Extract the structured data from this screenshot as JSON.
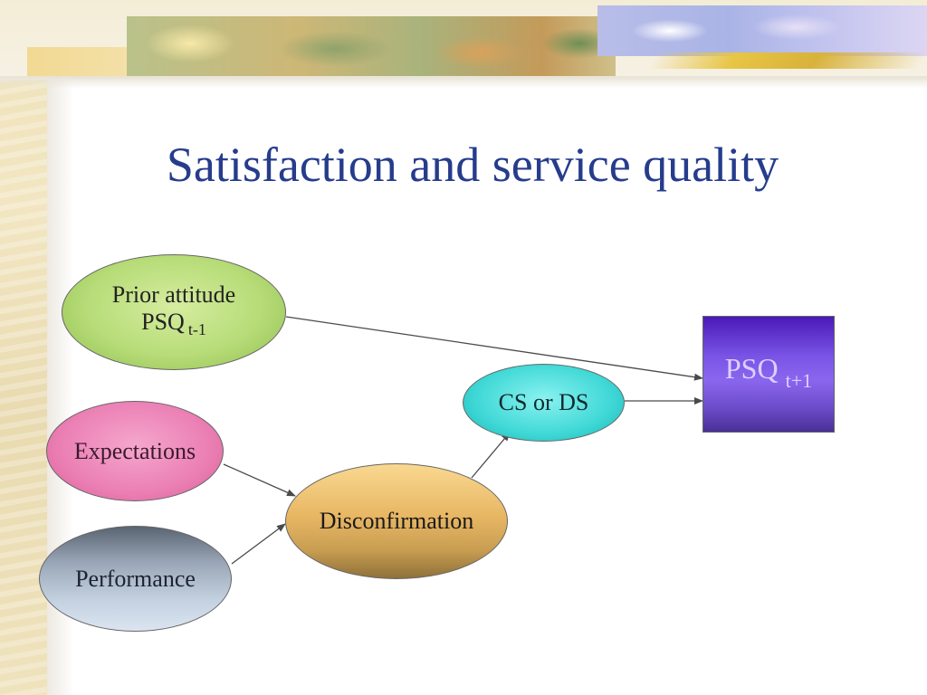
{
  "slide": {
    "title": "Satisfaction and service quality"
  },
  "diagram": {
    "nodes": {
      "prior_attitude": {
        "line1": "Prior attitude",
        "line2_main": "PSQ",
        "line2_sub": "t-1"
      },
      "expectations": {
        "label": "Expectations"
      },
      "performance": {
        "label": "Performance"
      },
      "disconfirmation": {
        "label": "Disconfirmation"
      },
      "cs_or_ds": {
        "label": "CS or DS"
      },
      "psq_next": {
        "main": "PSQ",
        "sub": "t+1"
      }
    },
    "edges": [
      {
        "from": "prior_attitude",
        "to": "psq_next"
      },
      {
        "from": "expectations",
        "to": "disconfirmation"
      },
      {
        "from": "performance",
        "to": "disconfirmation"
      },
      {
        "from": "disconfirmation",
        "to": "cs_or_ds"
      },
      {
        "from": "cs_or_ds",
        "to": "psq_next"
      }
    ]
  },
  "colors": {
    "title": "#263c8c",
    "prior_attitude": "#b7dc78",
    "expectations": "#eb7fb4",
    "performance": "#a9b7c9",
    "disconfirmation": "#e0b262",
    "cs_or_ds": "#3fd8d6",
    "psq_next": "#7a55e6",
    "arrow": "#4a4a4a"
  }
}
